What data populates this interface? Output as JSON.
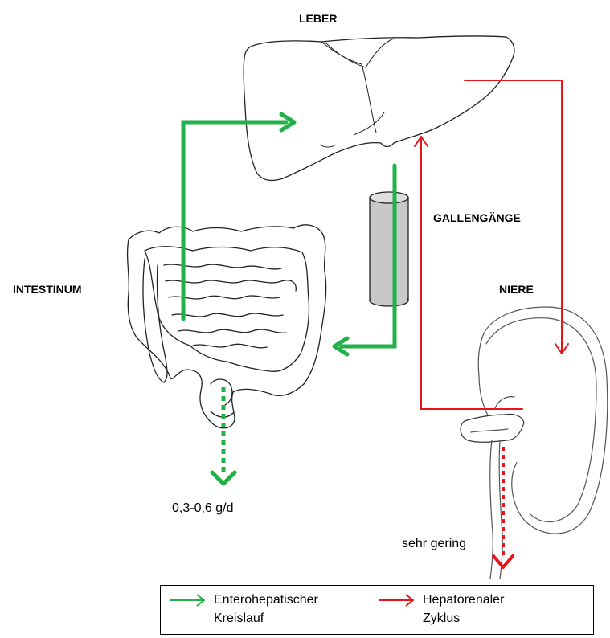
{
  "labels": {
    "liver": "LEBER",
    "bile_ducts": "GALLENGÄNGE",
    "intestine": "INTESTINUM",
    "kidney": "NIERE",
    "fecal_amount": "0,3-0,6 g/d",
    "urine_amount": "sehr gering"
  },
  "legend": {
    "green": {
      "line1": "Enterohepatischer",
      "line2": "Kreislauf"
    },
    "red": {
      "line1": "Hepatorenaler",
      "line2": "Zyklus"
    }
  },
  "colors": {
    "green": "#22b04a",
    "red": "#e8141c",
    "organ_stroke": "#222222",
    "cylinder": "#c8c8c8"
  }
}
